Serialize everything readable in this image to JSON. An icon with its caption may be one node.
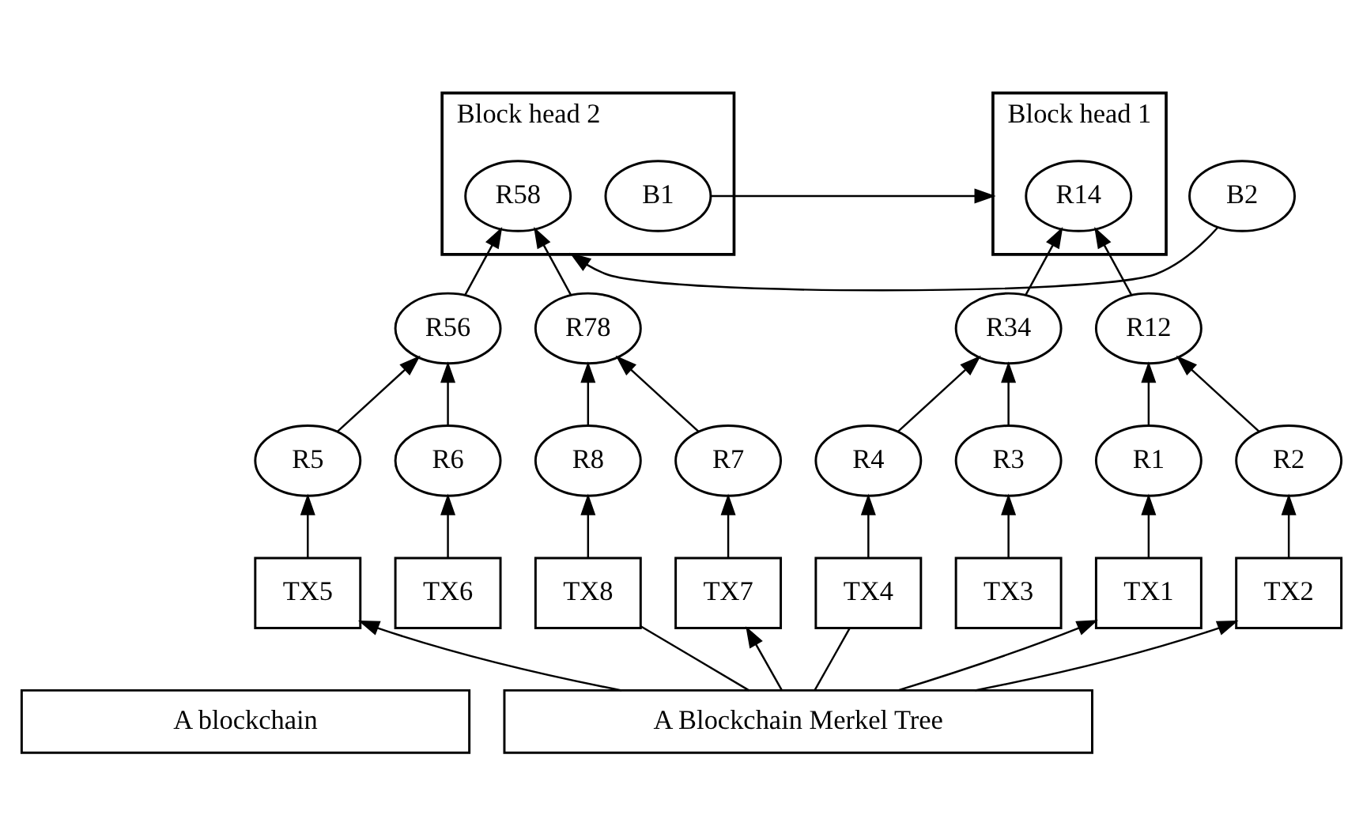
{
  "diagram": {
    "nodes": [
      {
        "text": [
          "A blockchain"
        ]
      },
      {
        "text": [
          "Block head 1"
        ]
      },
      {
        "text": [
          "R14"
        ],
        "in": 1
      },
      {
        "text": [
          "Block head 2"
        ]
      },
      {
        "text": [
          "B1"
        ],
        "in": 3
      },
      {
        "text": [
          "R58"
        ],
        "in": 3
      },
      {
        "text": [
          "B2"
        ]
      },
      {
        "text": [
          "R12"
        ]
      },
      {
        "text": [
          "R34"
        ]
      },
      {
        "text": [
          "R56"
        ]
      },
      {
        "text": [
          "R78"
        ]
      },
      {
        "text": [
          "R1"
        ]
      },
      {
        "text": [
          "R2"
        ]
      },
      {
        "text": [
          "R3"
        ]
      },
      {
        "text": [
          "R4"
        ]
      },
      {
        "text": [
          "R5"
        ]
      },
      {
        "text": [
          "R6"
        ]
      },
      {
        "text": [
          "R7"
        ]
      },
      {
        "text": [
          "R8"
        ]
      },
      {
        "text": [
          "TX1"
        ]
      },
      {
        "text": [
          "TX2"
        ]
      },
      {
        "text": [
          "TX3"
        ]
      },
      {
        "text": [
          "TX4"
        ]
      },
      {
        "text": [
          "TX5"
        ]
      },
      {
        "text": [
          "TX6"
        ]
      },
      {
        "text": [
          "TX7"
        ]
      },
      {
        "text": [
          "TX8"
        ]
      },
      {
        "text": [
          "A Blockchain Merkel Tree"
        ]
      }
    ],
    "edges": [
      {
        "from": 4,
        "to": 1,
        "arrow": "to"
      },
      {
        "from": 6,
        "to": 3,
        "arrow": "to"
      },
      {
        "from": 7,
        "to": 2,
        "arrow": "to"
      },
      {
        "from": 8,
        "to": 2,
        "arrow": "to"
      },
      {
        "from": 9,
        "to": 5,
        "arrow": "to"
      },
      {
        "from": 10,
        "to": 5,
        "arrow": "to"
      },
      {
        "from": 11,
        "to": 7,
        "arrow": "to"
      },
      {
        "from": 12,
        "to": 7,
        "arrow": "to"
      },
      {
        "from": 13,
        "to": 8,
        "arrow": "to"
      },
      {
        "from": 14,
        "to": 8,
        "arrow": "to"
      },
      {
        "from": 15,
        "to": 9,
        "arrow": "to"
      },
      {
        "from": 16,
        "to": 9,
        "arrow": "to"
      },
      {
        "from": 17,
        "to": 10,
        "arrow": "to"
      },
      {
        "from": 18,
        "to": 10,
        "arrow": "to"
      },
      {
        "from": 19,
        "to": 11,
        "arrow": "to"
      },
      {
        "from": 20,
        "to": 12,
        "arrow": "to"
      },
      {
        "from": 21,
        "to": 13,
        "arrow": "to"
      },
      {
        "from": 22,
        "to": 14,
        "arrow": "to"
      },
      {
        "from": 23,
        "to": 15,
        "arrow": "to"
      },
      {
        "from": 24,
        "to": 16,
        "arrow": "to"
      },
      {
        "from": 25,
        "to": 17,
        "arrow": "to"
      },
      {
        "from": 26,
        "to": 18,
        "arrow": "to"
      },
      {
        "from": 27,
        "to": 19,
        "arrow": "to"
      },
      {
        "from": 27,
        "to": 20,
        "arrow": "to"
      },
      {
        "from": 27,
        "to": 22,
        "arrow": "none"
      },
      {
        "from": 27,
        "to": 23,
        "arrow": "to"
      },
      {
        "from": 27,
        "to": 25,
        "arrow": "to"
      },
      {
        "from": 27,
        "to": 26,
        "arrow": "none"
      }
    ]
  }
}
